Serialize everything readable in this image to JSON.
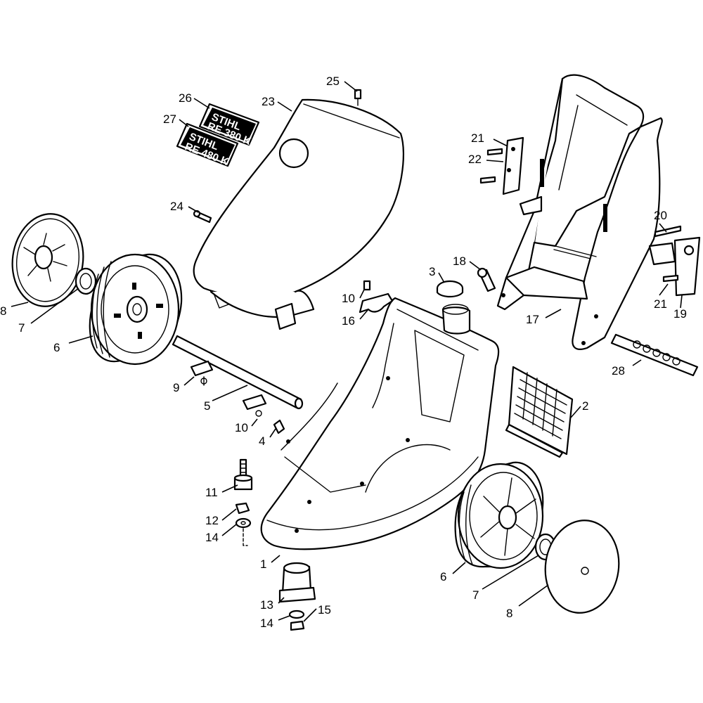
{
  "diagram": {
    "type": "exploded-parts-view",
    "callouts": [
      {
        "id": "c1",
        "label": "1"
      },
      {
        "id": "c2",
        "label": "2"
      },
      {
        "id": "c3",
        "label": "3"
      },
      {
        "id": "c4",
        "label": "4"
      },
      {
        "id": "c5",
        "label": "5"
      },
      {
        "id": "c6a",
        "label": "6"
      },
      {
        "id": "c6b",
        "label": "6"
      },
      {
        "id": "c7a",
        "label": "7"
      },
      {
        "id": "c7b",
        "label": "7"
      },
      {
        "id": "c8a",
        "label": "8"
      },
      {
        "id": "c8b",
        "label": "8"
      },
      {
        "id": "c9",
        "label": "9"
      },
      {
        "id": "c10a",
        "label": "10"
      },
      {
        "id": "c10b",
        "label": "10"
      },
      {
        "id": "c11",
        "label": "11"
      },
      {
        "id": "c12",
        "label": "12"
      },
      {
        "id": "c13",
        "label": "13"
      },
      {
        "id": "c14a",
        "label": "14"
      },
      {
        "id": "c14b",
        "label": "14"
      },
      {
        "id": "c15",
        "label": "15"
      },
      {
        "id": "c16",
        "label": "16"
      },
      {
        "id": "c17",
        "label": "17"
      },
      {
        "id": "c18",
        "label": "18"
      },
      {
        "id": "c19",
        "label": "19"
      },
      {
        "id": "c20",
        "label": "20"
      },
      {
        "id": "c21a",
        "label": "21"
      },
      {
        "id": "c21b",
        "label": "21"
      },
      {
        "id": "c22",
        "label": "22"
      },
      {
        "id": "c23",
        "label": "23"
      },
      {
        "id": "c24",
        "label": "24"
      },
      {
        "id": "c25",
        "label": "25"
      },
      {
        "id": "c26",
        "label": "26"
      },
      {
        "id": "c27",
        "label": "27"
      },
      {
        "id": "c28",
        "label": "28"
      }
    ],
    "decals": [
      {
        "id": "d26",
        "brand": "STIHL",
        "model": "RE 380 K"
      },
      {
        "id": "d27",
        "brand": "STIHL",
        "model": "RE 480 K"
      }
    ]
  }
}
